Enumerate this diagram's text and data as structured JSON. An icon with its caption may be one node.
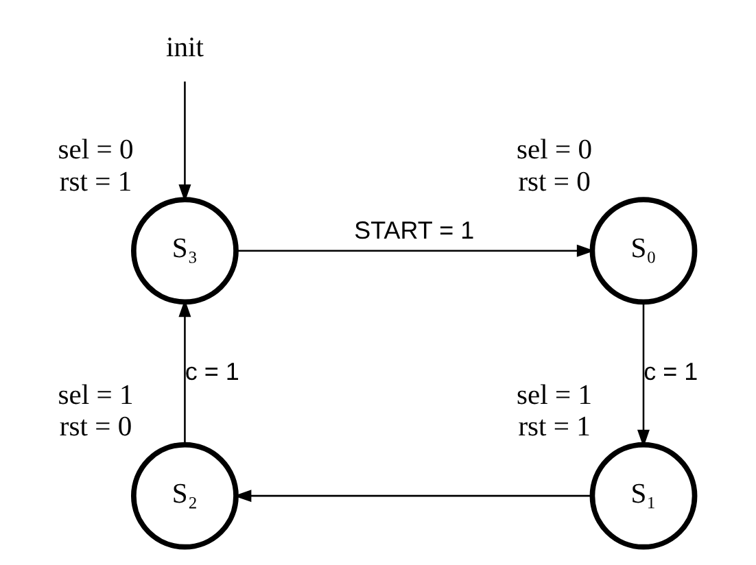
{
  "diagram": {
    "nodes": [
      {
        "text": [
          "init"
        ]
      },
      {
        "text": [
          "S₃"
        ],
        "beside": [
          "sel = 0 rst = 1"
        ]
      },
      {
        "text": [
          "S₀"
        ],
        "beside": [
          "sel = 0 rst = 0"
        ]
      },
      {
        "text": [
          "S₂"
        ],
        "beside": [
          "sel = 1 rst = 0"
        ]
      },
      {
        "text": [
          "S₁"
        ],
        "beside": [
          "sel = 1 rst = 1"
        ]
      }
    ],
    "edges": [
      {
        "from": 0,
        "to": 1,
        "arrow": "to"
      },
      {
        "from": 1,
        "to": 2,
        "arrow": "to",
        "label": "START = 1"
      },
      {
        "from": 2,
        "to": 4,
        "arrow": "to",
        "label": "c = 1"
      },
      {
        "from": 4,
        "to": 3,
        "arrow": "to"
      },
      {
        "from": 3,
        "to": 1,
        "arrow": "to",
        "label": "c = 1"
      }
    ]
  }
}
